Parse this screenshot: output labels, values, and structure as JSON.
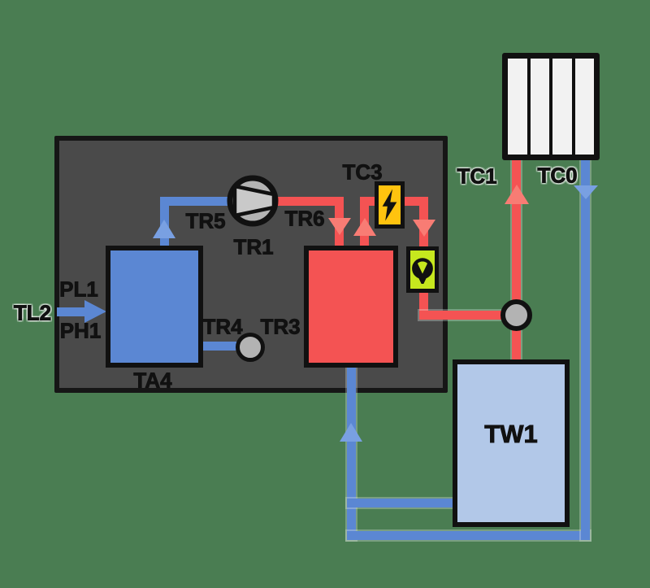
{
  "colors": {
    "background": "#4A7D52",
    "enclosure_fill": "#4A4A4A",
    "outline": "#161616",
    "outline_strong": "#111111",
    "cold_pipe": "#5B87D3",
    "cold_arrow": "#79A0E2",
    "hot_pipe": "#F45353",
    "hot_arrow": "#F87C74",
    "tank_fill": "#B2C8E8",
    "radiator_fill": "#F2F2F2",
    "heater_fill": "#FFC30F",
    "valve_fill": "#C6E71E",
    "metal_fill": "#B3B3B3",
    "compressor_inner": "#C9C9C9",
    "label_color": "#111111"
  },
  "labels": {
    "source_inlet": "TL2",
    "pressure_low": "PL1",
    "pressure_high": "PH1",
    "evaporator_tank": "TA4",
    "sensor_suction": "TR5",
    "compressor": "TR1",
    "sensor_discharge": "TR6",
    "sensor_expansion_out": "TR4",
    "sensor_expansion_in": "TR3",
    "heater": "TC3",
    "radiator_supply": "TC1",
    "radiator_return": "TC0",
    "water_tank": "TW1"
  },
  "icons": {
    "compressor": "compressor-icon",
    "electric_heater": "lightning-icon",
    "expansion_valve": "check-valve-icon",
    "pump": "pump-circle",
    "junction": "junction-node"
  }
}
